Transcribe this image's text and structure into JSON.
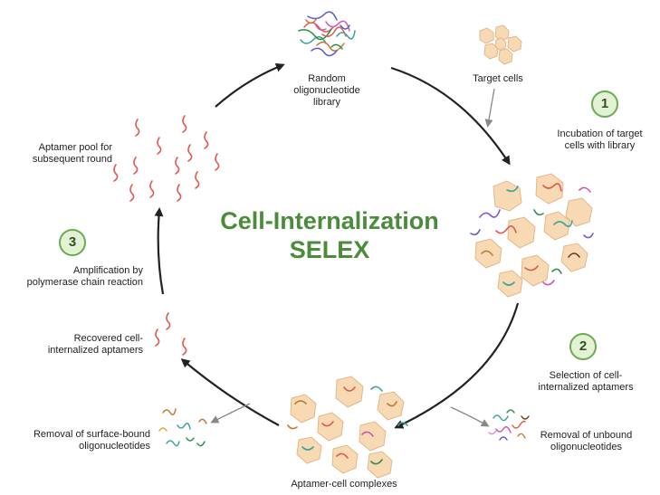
{
  "title": {
    "line1": "Cell-Internalization",
    "line2": "SELEX"
  },
  "colors": {
    "title_green": "#4a8c3a",
    "badge_fill": "#e3f2d4",
    "badge_border": "#6bab52",
    "cell_fill": "#f7d9b4",
    "aptamer_red": "#e05a4f"
  },
  "steps": [
    {
      "number": "1",
      "label": "Incubation of target\ncells with library"
    },
    {
      "number": "2",
      "label": "Selection of cell-\ninternalized aptamers"
    },
    {
      "number": "3",
      "label": "Amplification by\npolymerase chain reaction"
    }
  ],
  "labels": {
    "library": "Random\noligonucleotide\nlibrary",
    "target_cells": "Target cells",
    "unbound": "Removal of unbound\noligonucleotides",
    "complexes": "Aptamer-cell complexes",
    "surface_bound": "Removal of surface-bound\noligonucleotides",
    "recovered": "Recovered cell-\ninternalized aptamers",
    "pool": "Aptamer pool for\nsubsequent round"
  }
}
